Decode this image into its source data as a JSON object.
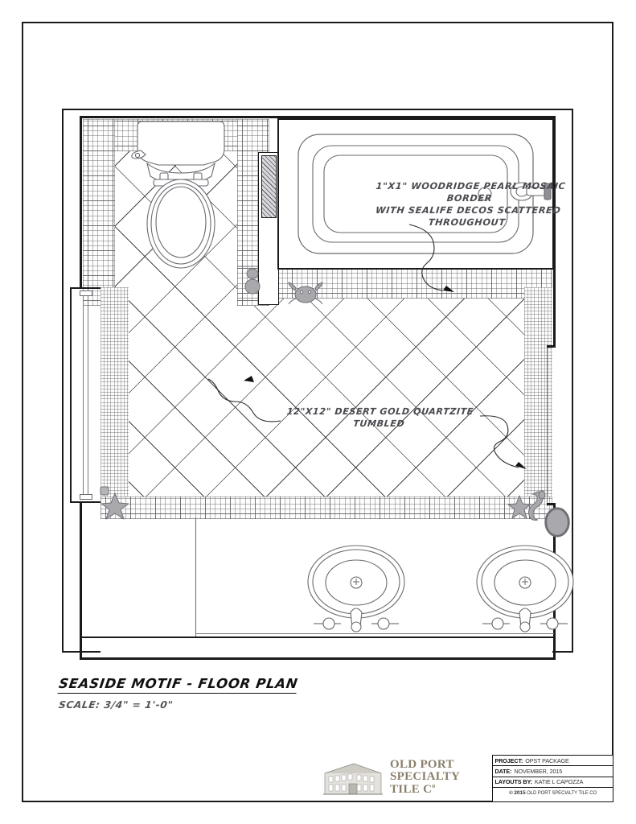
{
  "sheet": {
    "caption_title": "SEASIDE MOTIF - FLOOR PLAN",
    "caption_scale": "SCALE: 3/4\" = 1'-0\""
  },
  "annotations": {
    "tub_border_note": "1\"X1\" WOODRIDGE PEARL MOSAIC BORDER\nWITH SEALIFE DECOS SCATTERED\nTHROUGHOUT",
    "floor_note": "12\"X12\" DESERT GOLD QUARTZITE\nTUMBLED"
  },
  "logo": {
    "line1": "OLD PORT",
    "line2": "SPECIALTY TILE C",
    "superscript": "o"
  },
  "titleblock": {
    "rows": [
      {
        "key": "PROJECT:",
        "value": "OPST PACKAGE"
      },
      {
        "key": "DATE:",
        "value": "NOVEMBER, 2015"
      },
      {
        "key": "LAYOUTS BY:",
        "value": "KATIE L CAPOZZA"
      }
    ],
    "copyright_symbol": "©",
    "copyright_year": "2015",
    "copyright_owner": "OLD PORT SPECIALTY TILE CO"
  },
  "fixtures": {
    "toilet": "toilet",
    "bathtub": "bathtub",
    "tub_spout": "tub-spout",
    "sink_left": "vanity-sink-left",
    "sink_right": "vanity-sink-right",
    "door": "door-opening"
  },
  "materials": {
    "floor_tile": "12\"X12\" Desert Gold Quartzite Tumbled",
    "border_tile": "1\"X1\" Woodridge Pearl Mosaic",
    "decos": "Sealife decos (starfish, crab, seahorse)"
  },
  "colors": {
    "line": "#1a1a1a",
    "thin_line": "#7a7a7f",
    "grout": "#5a5a5f",
    "deco_fill": "#a9a9ad",
    "annotation": "#4a4a50",
    "logo": "#8a7f6a"
  }
}
